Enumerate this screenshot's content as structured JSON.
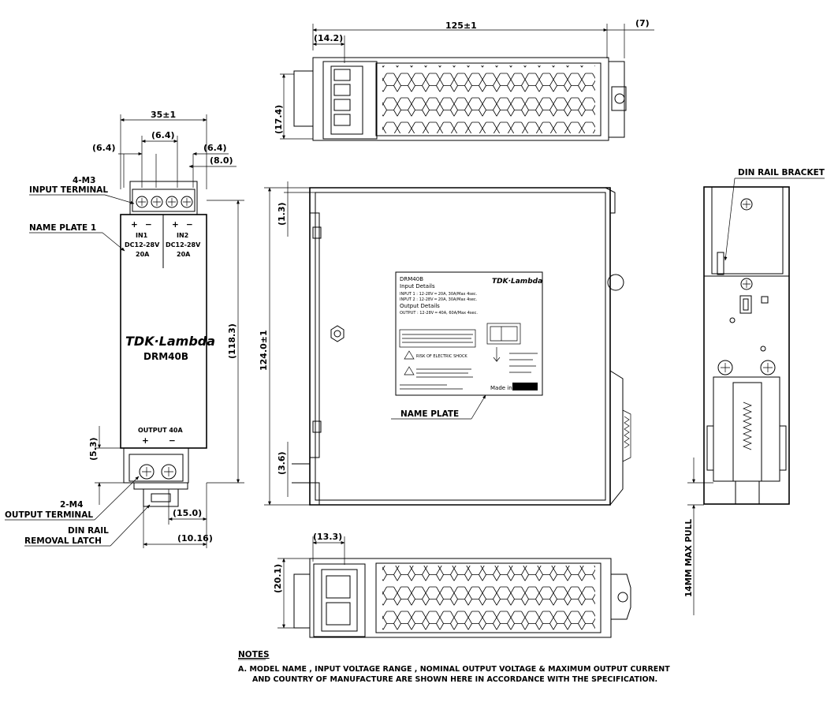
{
  "dimensions": {
    "top_width": "125±1",
    "top_right": "(7)",
    "top_connector": "(14.2)",
    "top_height": "(17.4)",
    "front_width": "35±1",
    "front_pitch": "(6.4)",
    "front_left_offset": "(6.4)",
    "front_right_offset": "(6.4)",
    "front_right_edge": "(8.0)",
    "front_body": "(118.3)",
    "front_output_offset": "(5.3)",
    "front_latch": "(15.0)",
    "front_latch_total": "(10.16)",
    "side_top": "(1.3)",
    "side_height": "124.0±1",
    "side_bottom": "(3.6)",
    "bottom_connector": "(13.3)",
    "bottom_height": "(20.1)",
    "din_pull": "14MM MAX PULL"
  },
  "labels": {
    "input_terminal_count": "4-M3",
    "input_terminal": "INPUT TERMINAL",
    "name_plate_1": "NAME PLATE 1",
    "output_terminal_count": "2-M4",
    "output_terminal": "OUTPUT TERMINAL",
    "din_rail": "DIN RAIL",
    "removal_latch": "REMOVAL LATCH",
    "name_plate": "NAME PLATE",
    "din_rail_bracket": "DIN RAIL BRACKET"
  },
  "front_panel": {
    "in1_label": "IN1",
    "in2_label": "IN2",
    "in1_voltage": "DC12-28V",
    "in2_voltage": "DC12-28V",
    "in1_current": "20A",
    "in2_current": "20A",
    "plus": "+",
    "minus": "−",
    "brand": "TDK·Lambda",
    "model": "DRM40B",
    "output_rating": "OUTPUT 40A"
  },
  "name_plate": {
    "model": "DRM40B",
    "brand": "TDK·Lambda",
    "input_heading": "Input Details",
    "input1": "INPUT 1 : 12-28V ═ 20A, 30A/Max 4sec.",
    "input2": "INPUT 2 : 12-28V ═ 20A, 30A/Max 4sec.",
    "output_heading": "Output Details",
    "output1": "OUTPUT : 12-28V ═ 40A, 60A/Max 4sec.",
    "warning1": "RISK OF ELECTRIC SHOCK",
    "made_in": "Made in"
  },
  "notes": {
    "title": "NOTES",
    "line1": "A. MODEL NAME , INPUT VOLTAGE RANGE , NOMINAL OUTPUT VOLTAGE & MAXIMUM OUTPUT CURRENT",
    "line2": "AND COUNTRY OF MANUFACTURE ARE SHOWN HERE IN ACCORDANCE WITH THE SPECIFICATION."
  }
}
